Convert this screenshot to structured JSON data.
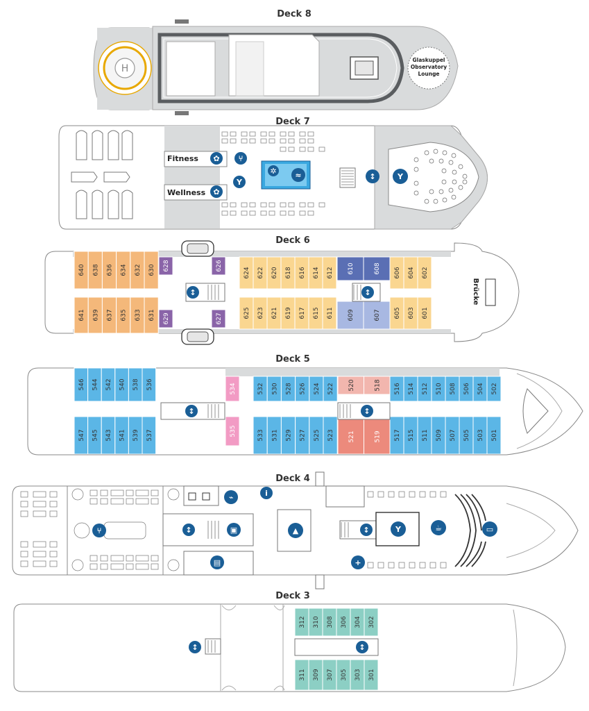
{
  "colors": {
    "orange": "#f4b87a",
    "yellow": "#fad690",
    "purple": "#8a64a8",
    "lightblue": "#5bb6e6",
    "navy": "#5a6fb4",
    "pastelblue": "#a8b8e2",
    "pink": "#f29bc4",
    "salmon": "#ec8a7c",
    "lightsalmon": "#f2b6ae",
    "teal": "#8ccfc4",
    "iconblue": "#1a5e96",
    "hull": "#ffffff",
    "grey": "#d9dbdc"
  },
  "decks": {
    "deck8": {
      "title": "Deck 8",
      "helipad": "H",
      "dome": [
        "Glaskuppel",
        "Observatory",
        "Lounge"
      ]
    },
    "deck7": {
      "title": "Deck 7",
      "fitness": "Fitness",
      "wellness": "Wellness",
      "icons": [
        "spa-icon",
        "restaurant-icon",
        "bar-icon",
        "pool-icon",
        "elevator-icon"
      ]
    },
    "deck6": {
      "title": "Deck 6",
      "bridge": "Brücke",
      "orange_top": [
        "640",
        "638",
        "636",
        "634",
        "632",
        "630"
      ],
      "orange_bottom": [
        "641",
        "639",
        "637",
        "635",
        "633",
        "631"
      ],
      "purple_top": [
        "628",
        "626"
      ],
      "purple_bottom": [
        "629",
        "627"
      ],
      "yellow_top": [
        "624",
        "622",
        "620",
        "618",
        "616",
        "614",
        "612"
      ],
      "yellow_bottom": [
        "625",
        "623",
        "621",
        "619",
        "617",
        "615",
        "611"
      ],
      "navy_top": [
        "610",
        "608"
      ],
      "pastel_bottom": [
        "609",
        "607"
      ],
      "yellow_fwd_top": [
        "606",
        "604",
        "602"
      ],
      "yellow_fwd_bottom": [
        "605",
        "603",
        "601"
      ]
    },
    "deck5": {
      "title": "Deck 5",
      "aft_top": [
        "546",
        "544",
        "542",
        "540",
        "538",
        "536"
      ],
      "aft_bottom": [
        "547",
        "545",
        "543",
        "541",
        "539",
        "537"
      ],
      "pink_top": "534",
      "pink_bottom": "535",
      "mid_top": [
        "532",
        "530",
        "528",
        "526",
        "524",
        "522"
      ],
      "mid_bottom": [
        "533",
        "531",
        "529",
        "527",
        "525",
        "523"
      ],
      "salmon_top": [
        "520",
        "518"
      ],
      "salmon_bottom": [
        "521",
        "519"
      ],
      "fwd_top": [
        "516",
        "514",
        "512",
        "510",
        "508",
        "506",
        "504",
        "502"
      ],
      "fwd_bottom": [
        "517",
        "515",
        "511",
        "509",
        "507",
        "505",
        "503",
        "501"
      ]
    },
    "deck4": {
      "title": "Deck 4"
    },
    "deck3": {
      "title": "Deck 3",
      "top": [
        "312",
        "310",
        "308",
        "306",
        "304",
        "302"
      ],
      "bottom": [
        "311",
        "309",
        "307",
        "305",
        "303",
        "301"
      ]
    }
  }
}
